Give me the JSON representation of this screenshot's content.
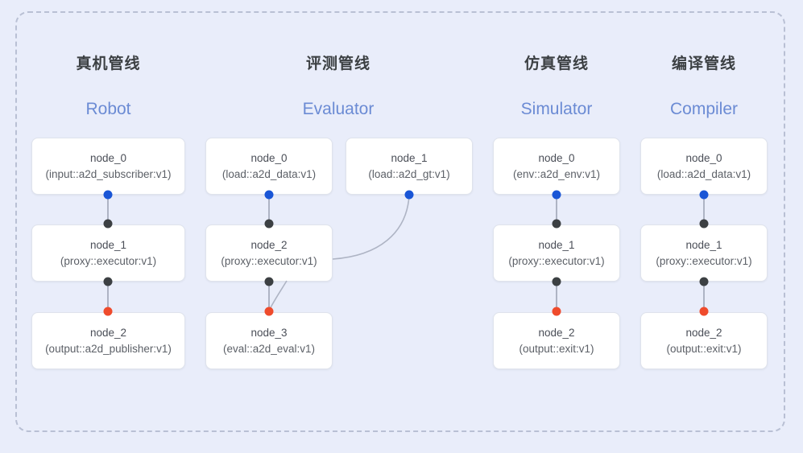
{
  "diagram": {
    "background_color": "#e9edfa",
    "frame_border_color": "#b9c0d4",
    "accent_title_color": "#6b8bd4",
    "port_colors": {
      "output_blue": "#1a56d6",
      "link_black": "#3c4043",
      "input_red": "#ef4b2c"
    },
    "columns": [
      {
        "id": "robot",
        "title_cn": "真机管线",
        "title_en": "Robot",
        "nodes": [
          {
            "name": "node_0",
            "type": "(input::a2d_subscriber:v1)"
          },
          {
            "name": "node_1",
            "type": "(proxy::executor:v1)"
          },
          {
            "name": "node_2",
            "type": "(output::a2d_publisher:v1)"
          }
        ]
      },
      {
        "id": "evaluator",
        "title_cn": "评测管线",
        "title_en": "Evaluator",
        "nodes": [
          {
            "name": "node_0",
            "type": "(load::a2d_data:v1)"
          },
          {
            "name": "node_1",
            "type": "(load::a2d_gt:v1)"
          },
          {
            "name": "node_2",
            "type": "(proxy::executor:v1)"
          },
          {
            "name": "node_3",
            "type": "(eval::a2d_eval:v1)"
          }
        ]
      },
      {
        "id": "simulator",
        "title_cn": "仿真管线",
        "title_en": "Simulator",
        "nodes": [
          {
            "name": "node_0",
            "type": "(env::a2d_env:v1)"
          },
          {
            "name": "node_1",
            "type": "(proxy::executor:v1)"
          },
          {
            "name": "node_2",
            "type": "(output::exit:v1)"
          }
        ]
      },
      {
        "id": "compiler",
        "title_cn": "编译管线",
        "title_en": "Compiler",
        "nodes": [
          {
            "name": "node_0",
            "type": "(load::a2d_data:v1)"
          },
          {
            "name": "node_1",
            "type": "(proxy::executor:v1)"
          },
          {
            "name": "node_2",
            "type": "(output::exit:v1)"
          }
        ]
      }
    ]
  }
}
